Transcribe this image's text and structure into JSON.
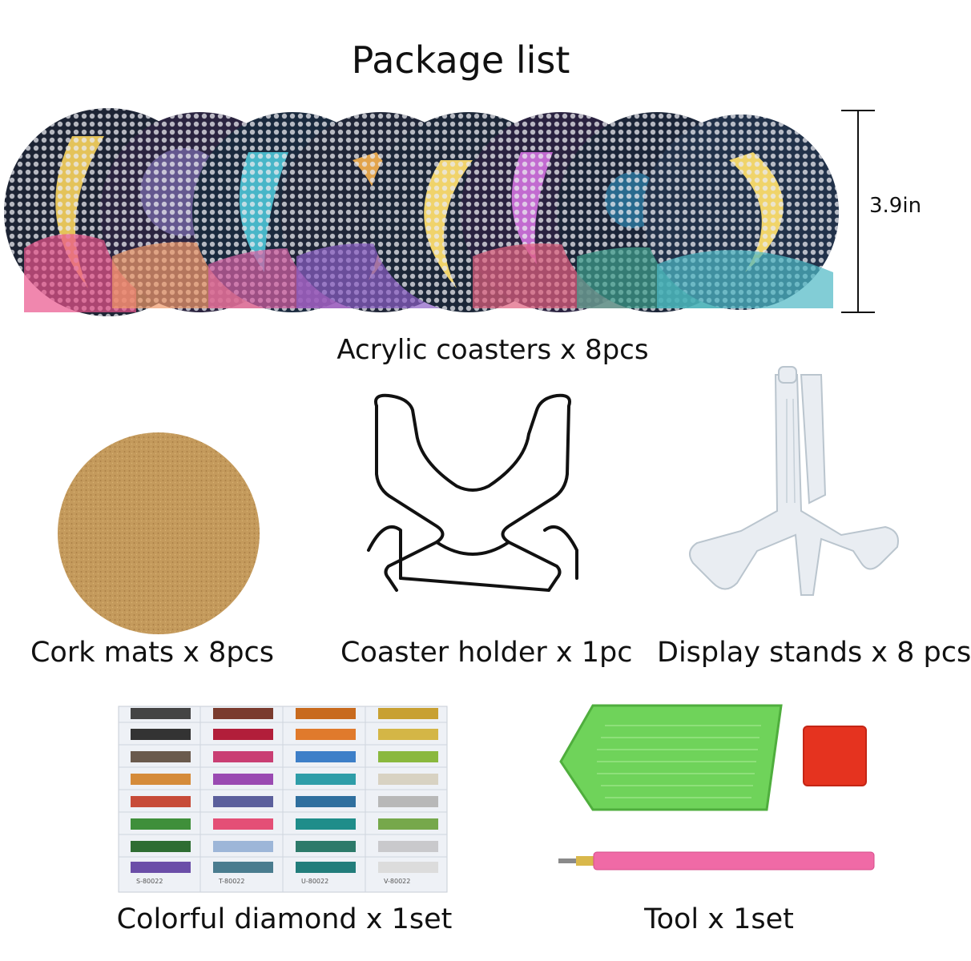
{
  "title": "Package list",
  "dimension": {
    "label": "3.9in"
  },
  "items": {
    "coasters": {
      "caption": "Acrylic coasters x 8pcs"
    },
    "cork_mats": {
      "caption": "Cork mats x 8pcs"
    },
    "holder": {
      "caption": "Coaster holder x 1pc"
    },
    "stands": {
      "caption": "Display stands x 8 pcs"
    },
    "diamonds": {
      "caption": "Colorful diamond x 1set",
      "bag_labels": [
        "S-80022",
        "T-80022",
        "U-80022",
        "V-80022"
      ]
    },
    "tools": {
      "caption": "Tool x 1set"
    }
  },
  "colors": {
    "cork": "#c49a5c",
    "tray": "#6fd35a",
    "wax": "#e5331f",
    "pen": "#f06aa6",
    "holder": "#111111",
    "coaster_base": "#1f2a3a"
  }
}
